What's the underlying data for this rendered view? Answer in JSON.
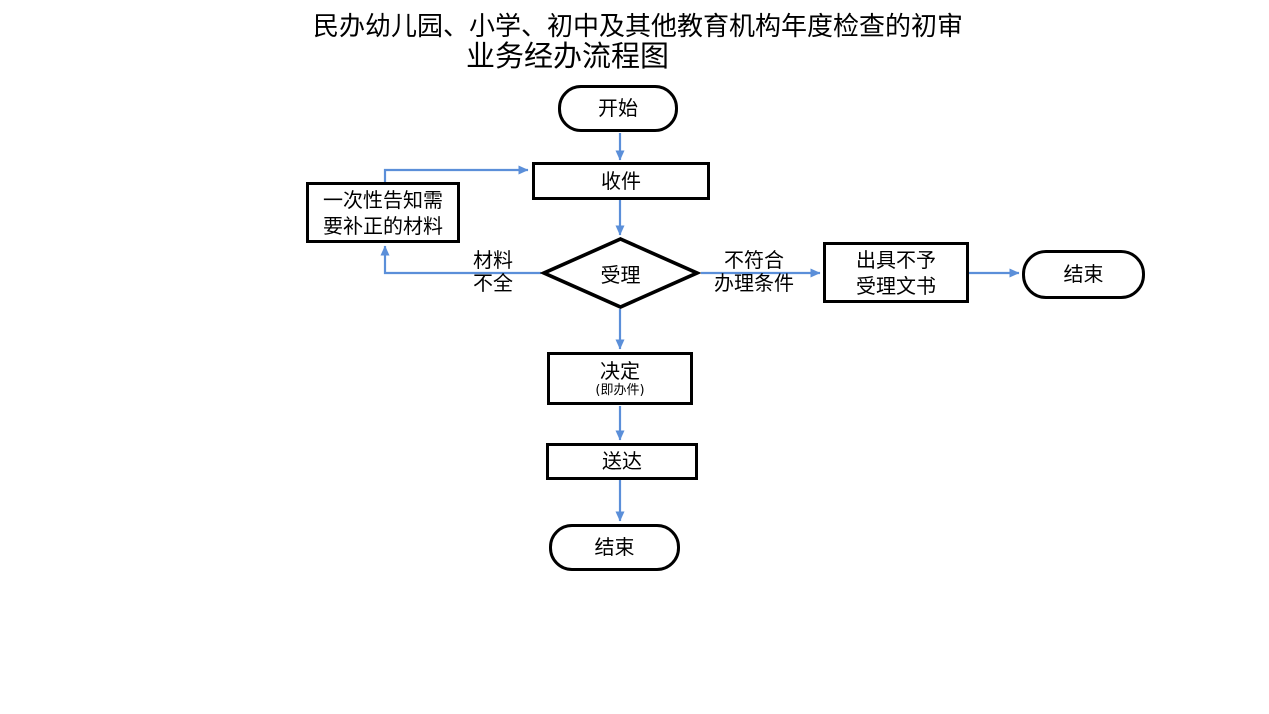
{
  "title": {
    "line1": "民办幼儿园、小学、初中及其他教育机构年度检查的初审",
    "line2": "业务经办流程图"
  },
  "nodes": {
    "start": {
      "label": "开始",
      "type": "terminator"
    },
    "receive": {
      "label": "收件",
      "type": "process"
    },
    "notify": {
      "lines": [
        "一次性告知需",
        "要补正的材料"
      ],
      "type": "process"
    },
    "review": {
      "label": "受理",
      "type": "decision"
    },
    "issue": {
      "lines": [
        "出具不予",
        "受理文书"
      ],
      "type": "process"
    },
    "end_right": {
      "label": "结束",
      "type": "terminator"
    },
    "decide": {
      "label": "决定",
      "note": "(即办件)",
      "type": "process"
    },
    "deliver": {
      "label": "送达",
      "type": "process"
    },
    "end_bottom": {
      "label": "结束",
      "type": "terminator"
    }
  },
  "edge_labels": {
    "incomplete": [
      "材料",
      "不全"
    ],
    "not_eligible": [
      "不符合",
      "办理条件"
    ]
  },
  "colors": {
    "connector": "#5B8FD9",
    "shape_border": "#000000",
    "shape_fill": "#FFFFFF",
    "background": "#FFFFFF",
    "text": "#000000"
  }
}
